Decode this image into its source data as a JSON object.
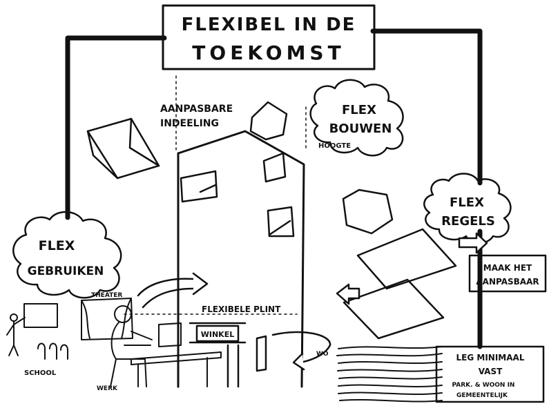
{
  "title": {
    "line1": "FLEXIBEL IN DE",
    "line2": "TOEKOMST"
  },
  "clouds": {
    "bouwen": {
      "line1": "FLEX",
      "line2": "BOUWEN"
    },
    "regels": {
      "line1": "FLEX",
      "line2": "REGELS"
    },
    "gebruiken": {
      "line1": "FLEX",
      "line2": "GEBRUIKEN"
    }
  },
  "labels": {
    "aanpasbare_1": "AANPASBARE",
    "aanpasbare_2": "INDEELING",
    "hoogte": "HOOGTE",
    "theater": "THEATER",
    "flexibele_plint": "FLEXIBELE PLINT",
    "winkel": "WINKEL",
    "school": "SCHOOL",
    "werk": "WERK",
    "wo": "WO"
  },
  "boxes": {
    "maak_line1": "MAAK HET",
    "maak_line2": "AANPASBAAR",
    "leg_line1": "LEG MINIMAAL",
    "leg_line2": "VAST",
    "leg_line3": "PARK. & WOON IN",
    "leg_line4": "GEMEENTELIJK"
  }
}
